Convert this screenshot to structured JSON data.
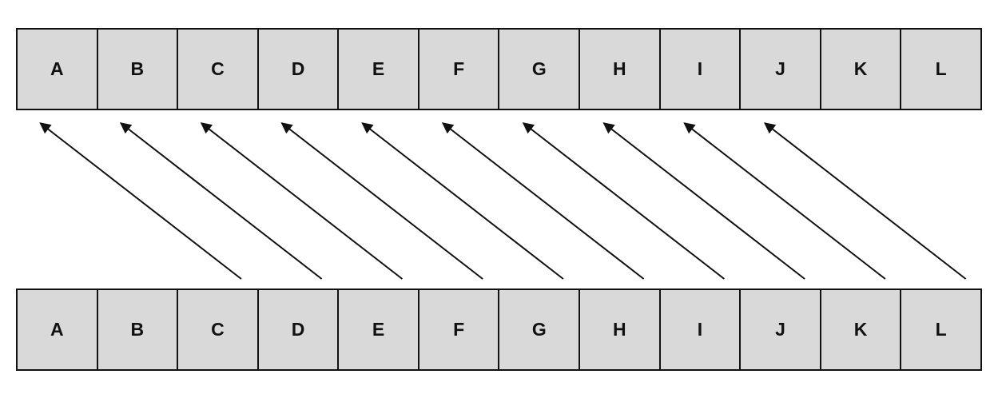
{
  "diagram": {
    "top_row": [
      "A",
      "B",
      "C",
      "D",
      "E",
      "F",
      "G",
      "H",
      "I",
      "J",
      "K",
      "L"
    ],
    "bottom_row": [
      "A",
      "B",
      "C",
      "D",
      "E",
      "F",
      "G",
      "H",
      "I",
      "J",
      "K",
      "L"
    ],
    "connections": [
      {
        "from": "C",
        "to": "A"
      },
      {
        "from": "D",
        "to": "B"
      },
      {
        "from": "E",
        "to": "C"
      },
      {
        "from": "F",
        "to": "D"
      },
      {
        "from": "G",
        "to": "E"
      },
      {
        "from": "H",
        "to": "F"
      },
      {
        "from": "I",
        "to": "G"
      },
      {
        "from": "J",
        "to": "H"
      },
      {
        "from": "K",
        "to": "I"
      },
      {
        "from": "L",
        "to": "J"
      }
    ],
    "colors": {
      "cell_fill": "#d9d9d9",
      "stroke": "#111111",
      "background": "#ffffff"
    }
  }
}
